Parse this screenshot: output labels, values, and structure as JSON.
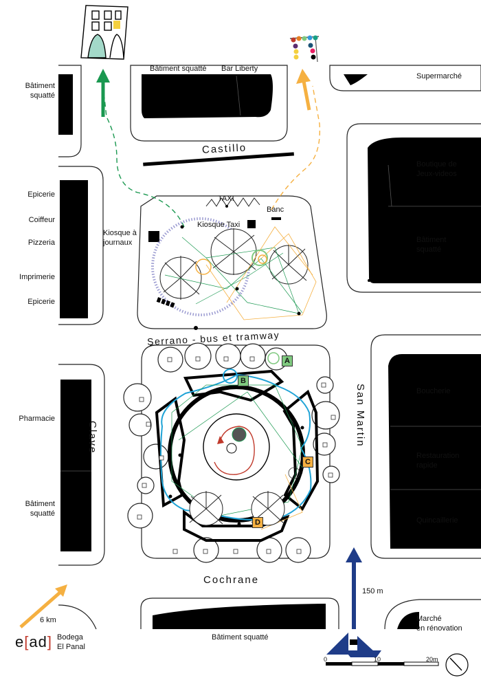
{
  "streets": {
    "north": "Castillo",
    "middle": "Serrano - bus et tramway",
    "west": "Clave",
    "east": "San Martin",
    "south": "Cochrane"
  },
  "buildings": {
    "top_1": "Bâtiment squatté",
    "top_2": "Bar Liberty",
    "top_left": "Bâtiment\nsquatté",
    "top_right": "Supermarché",
    "left": [
      "Epicerie",
      "Coiffeur",
      "Pizzeria",
      "Imprimerie",
      "Epicerie"
    ],
    "left_lower_1": "Pharmacie",
    "left_lower_2": "Bâtiment\nsquatté",
    "right_1": "Boutique de\nJeux-videos",
    "right_2": "Bâtiment\nsquatté",
    "right_lower": [
      "Boucherie",
      "Restauration\nrapide",
      "Quincaillerie"
    ],
    "bottom_center": "Bâtiment squatté",
    "bottom_right": "Marché\nen rénovation",
    "bottom_left": "Bodega\nEl Panal"
  },
  "plaza_labels": {
    "taxi": "TAXI",
    "banc": "Banc",
    "kiosque_taxi": "Kiosque Taxi",
    "kiosque_journaux": "Kiosque à\njournaux"
  },
  "markers": [
    {
      "id": "A",
      "color": "#7fc97f"
    },
    {
      "id": "B",
      "color": "#7fc97f"
    },
    {
      "id": "C",
      "color": "#f5b041"
    },
    {
      "id": "D",
      "color": "#f5b041"
    }
  ],
  "distances": {
    "long_arrow": "150 m",
    "short_arrow": "6 km"
  },
  "scale": {
    "ticks": [
      "0",
      "10",
      "20m"
    ]
  },
  "logo": {
    "left": "e",
    "bracket_open": "[",
    "middle": "ad",
    "bracket_close": "]"
  },
  "colors": {
    "green_arrow": "#1a9850",
    "yellow_arrow": "#f5b041",
    "blue_arrow": "#1f3c88",
    "blue_path": "#1fa3d6",
    "red_path": "#c0392b",
    "block": "#000000"
  }
}
